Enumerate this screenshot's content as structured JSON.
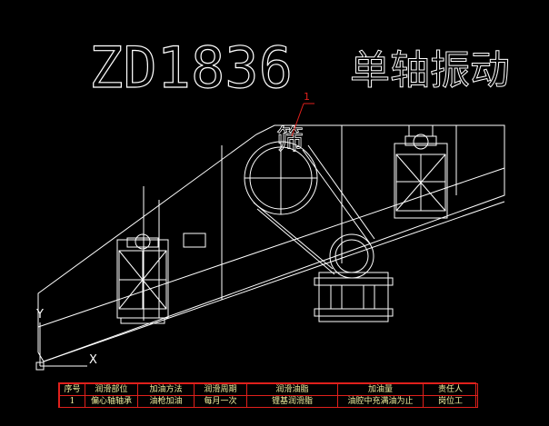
{
  "title": {
    "model": "ZD1836",
    "name": "单轴振动",
    "screen_label": "筛"
  },
  "callout": {
    "number": "1"
  },
  "axis": {
    "y_label": "Y",
    "x_label": "X"
  },
  "lubrication_table": {
    "headers": [
      "序号",
      "润滑部位",
      "加油方法",
      "润滑周期",
      "润滑油脂",
      "加油量",
      "责任人"
    ],
    "rows": [
      [
        "1",
        "偏心轴轴承",
        "油枪加油",
        "每月一次",
        "锂基润滑脂",
        "油腔中充满油为止",
        "岗位工"
      ]
    ]
  },
  "colors": {
    "background": "#000000",
    "lines": "#ffffff",
    "callout": "#e0201c",
    "table_border": "#e0201c",
    "table_text": "#f0f0a0"
  }
}
